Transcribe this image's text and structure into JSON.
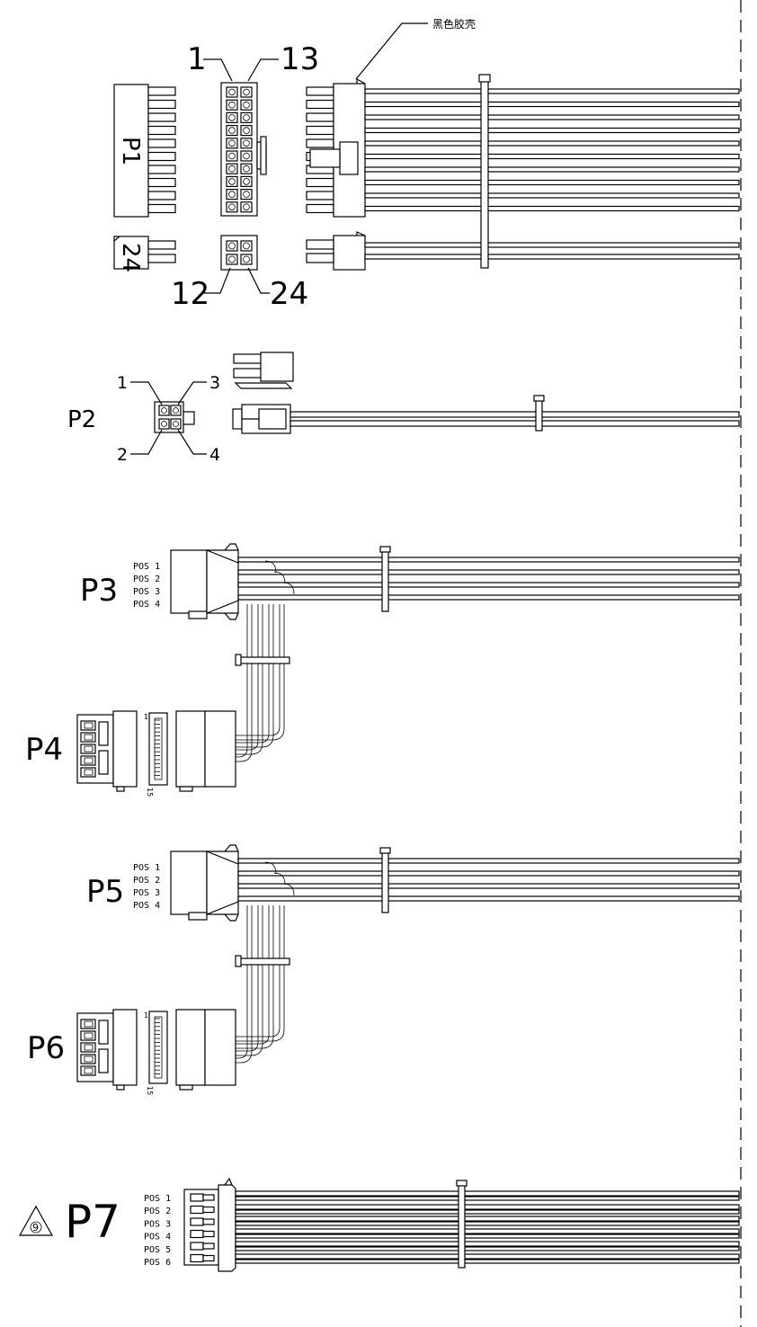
{
  "shell_note": "黑色胶壳",
  "connectors": {
    "p1": {
      "name": "P1",
      "pin_top_left": "1",
      "pin_top_right": "13",
      "pin_bottom_left": "12",
      "pin_bottom_right": "24",
      "latch_label": "24"
    },
    "p2": {
      "name": "P2",
      "pin_1": "1",
      "pin_2": "2",
      "pin_3": "3",
      "pin_4": "4"
    },
    "p3": {
      "name": "P3",
      "positions": [
        "POS 1",
        "POS 2",
        "POS 3",
        "POS 4"
      ]
    },
    "p4": {
      "name": "P4",
      "pin_start": "1",
      "pin_end": "15"
    },
    "p5": {
      "name": "P5",
      "positions": [
        "POS 1",
        "POS 2",
        "POS 3",
        "POS 4"
      ]
    },
    "p6": {
      "name": "P6",
      "pin_start": "1",
      "pin_end": "15"
    },
    "p7": {
      "name": "P7",
      "note_number": "9",
      "positions": [
        "POS 1",
        "POS 2",
        "POS 3",
        "POS 4",
        "POS 5",
        "POS 6"
      ]
    }
  }
}
